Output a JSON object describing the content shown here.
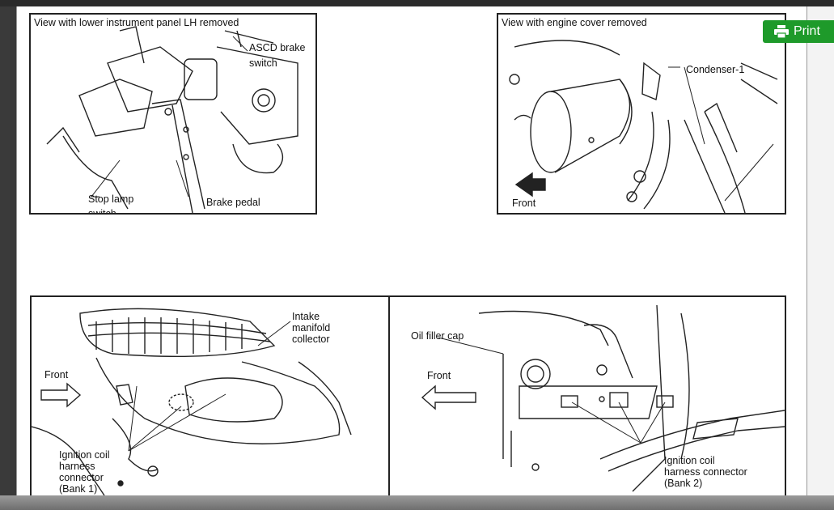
{
  "print_button": {
    "label": "Print"
  },
  "panel_brake": {
    "caption": "View with lower instrument panel LH removed",
    "labels": {
      "ascd_line1": "ASCD brake",
      "ascd_line2": "switch",
      "stop_line1": "Stop lamp",
      "stop_line2": "switch",
      "pedal": "Brake pedal"
    }
  },
  "panel_engine": {
    "caption": "View with engine cover removed",
    "labels": {
      "condenser": "Condenser-1",
      "front": "Front"
    }
  },
  "panel_bank1": {
    "labels": {
      "intake_line1": "Intake",
      "intake_line2": "manifold",
      "intake_line3": "collector",
      "front": "Front",
      "coil_line1": "Ignition coil",
      "coil_line2": "harness",
      "coil_line3": "connector",
      "coil_line4": "(Bank 1)"
    }
  },
  "panel_bank2": {
    "labels": {
      "oil": "Oil filler cap",
      "front": "Front",
      "coil_line1": "Ignition coil",
      "coil_line2": "harness connector",
      "coil_line3": "(Bank 2)"
    }
  }
}
